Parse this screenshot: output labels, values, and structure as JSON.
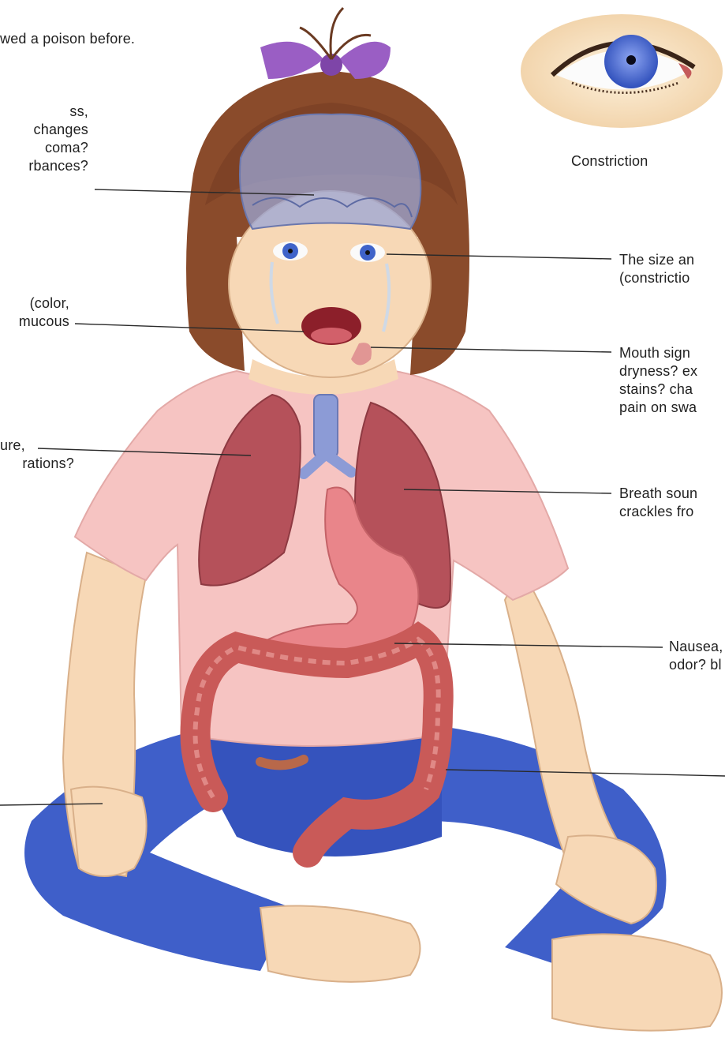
{
  "title": "wed a poison before.",
  "left_labels": {
    "mental": [
      "ss,",
      "changes",
      "coma?",
      "rbances?"
    ],
    "skin": [
      "(color,",
      "mucous"
    ],
    "respiration": [
      "ure,",
      "rations?"
    ]
  },
  "right_labels": {
    "eye_caption": "Constriction",
    "pupils": [
      "The size an",
      "(constrictio"
    ],
    "mouth": [
      "Mouth sign",
      "dryness? ex",
      "stains? cha",
      "pain on swa"
    ],
    "breath": [
      "Breath soun",
      "crackles fro"
    ],
    "stomach": [
      "Nausea,",
      "odor? bl"
    ]
  },
  "colors": {
    "leader_line": "#2a2a2a",
    "skin": "#f7d8b6",
    "hair": "#8a4b2b",
    "shirt": "#f6c4c2",
    "pants": "#3f5fc9",
    "lungs": "#b5515a",
    "stomach": "#e9858a",
    "colon": "#c95a58",
    "brain": "#9aa6d6",
    "trachea": "#8c9bd6",
    "bow": "#9a5ec4",
    "iris": "#3f63c9"
  }
}
